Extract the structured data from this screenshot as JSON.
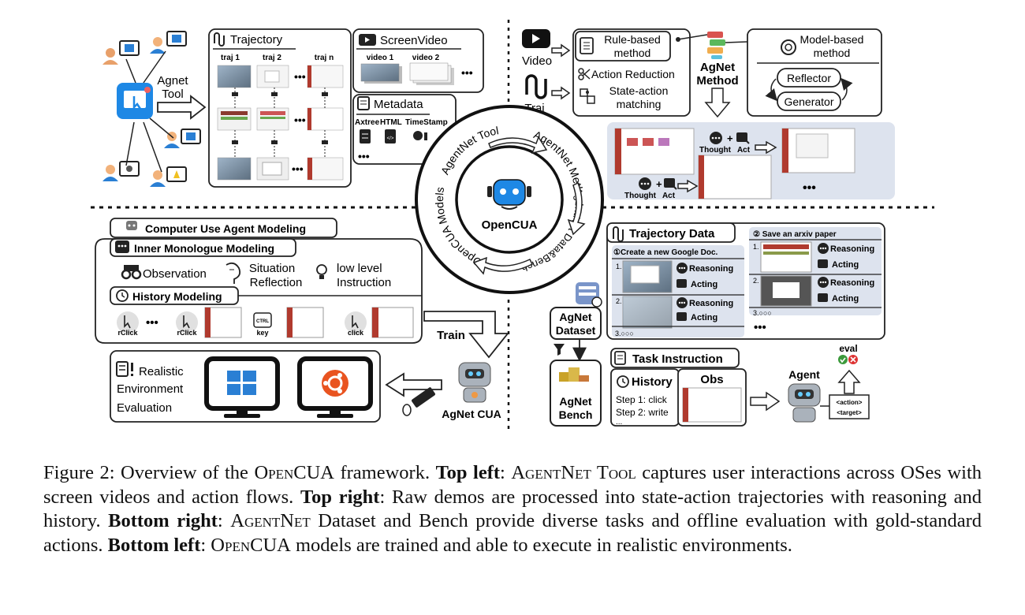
{
  "tool": {
    "agnet_tool": "Agnet",
    "agnet_tool_2": "Tool",
    "trajectory_title": "Trajectory",
    "traj_labels": [
      "traj 1",
      "traj 2",
      "traj n"
    ],
    "screenvideo_title": "ScreenVideo",
    "video_labels": [
      "video 1",
      "video 2"
    ],
    "metadata_title": "Metadata",
    "metadata_items": [
      "Axtree",
      "HTML",
      "TimeStamp"
    ],
    "ellipsis": "•••"
  },
  "method": {
    "video": "Video",
    "traj": "Traj",
    "rule_based_1": "Rule-based",
    "rule_based_2": "method",
    "action_reduction": "Action Reduction",
    "state_action_1": "State-action",
    "state_action_2": "matching",
    "agnet_method_1": "AgNet",
    "agnet_method_2": "Method",
    "model_based_1": "Model-based",
    "model_based_2": "method",
    "reflector": "Reflector",
    "generator": "Generator",
    "thought": "Thought",
    "act": "Act"
  },
  "center": {
    "title": "OpenCUA",
    "ring_tool": "AgentNet Tool",
    "ring_method": "AgentNet Method",
    "ring_data": "AgentNet Data&Bench",
    "ring_models": "OpenCUA Models"
  },
  "modeling": {
    "cua_title": "Computer Use Agent Modeling",
    "inner_title": "Inner Monologue Modeling",
    "observation": "Observation",
    "situation_1": "Situation",
    "situation_2": "Reflection",
    "low_level_1": "low level",
    "low_level_2": "Instruction",
    "history_title": "History Modeling",
    "actions": [
      "rClick",
      "rClick",
      "key",
      "click"
    ],
    "ctrl": "CTRL",
    "train": "Train",
    "realistic_1": "Realistic",
    "realistic_2": "Environment",
    "realistic_3": "Evaluation",
    "agnet_cua": "AgNet CUA"
  },
  "dataset": {
    "trajectory_data": "Trajectory Data",
    "task1": "①Create a new Google Doc.",
    "task2": "② Save an arxiv paper",
    "reasoning": "Reasoning",
    "acting": "Acting",
    "steps": [
      "1.",
      "2.",
      "3.○○○"
    ],
    "agnet_dataset_1": "AgNet",
    "agnet_dataset_2": "Dataset",
    "agnet_bench_1": "AgNet",
    "agnet_bench_2": "Bench",
    "task_instruction": "Task Instruction",
    "history": "History",
    "obs": "Obs",
    "step1": "Step 1: click",
    "step2": "Step 2: write",
    "dots_small": "...",
    "agent": "Agent",
    "eval": "eval",
    "action_tag": "<action>",
    "target_tag": "<target>"
  },
  "caption": {
    "p1": "Figure 2: Overview of the ",
    "opencua": "OpenCUA",
    "p2": " framework. ",
    "top_left": "Top left",
    "p3": ": ",
    "agentnet_tool": "AgentNet Tool",
    "p4": " captures user interactions across OSes with screen videos and action flows. ",
    "top_right": "Top right",
    "p5": ": Raw demos are processed into state-action trajectories with reasoning and history. ",
    "bottom_right": "Bottom right",
    "p6": ": ",
    "agentnet": "AgentNet",
    "p7": " Dataset and Bench provide diverse tasks and offline evaluation with gold-standard actions. ",
    "bottom_left": "Bottom left",
    "p8": ": ",
    "opencua2": "OpenCUA",
    "p9": " models are trained and able to execute in realistic environments."
  },
  "colors": {
    "accent_blue": "#1e88e5",
    "panel_gray": "#dde3ee",
    "red_screen": "#b03a2e",
    "windows_blue": "#2a7fd4",
    "ubuntu_orange": "#e95420"
  }
}
